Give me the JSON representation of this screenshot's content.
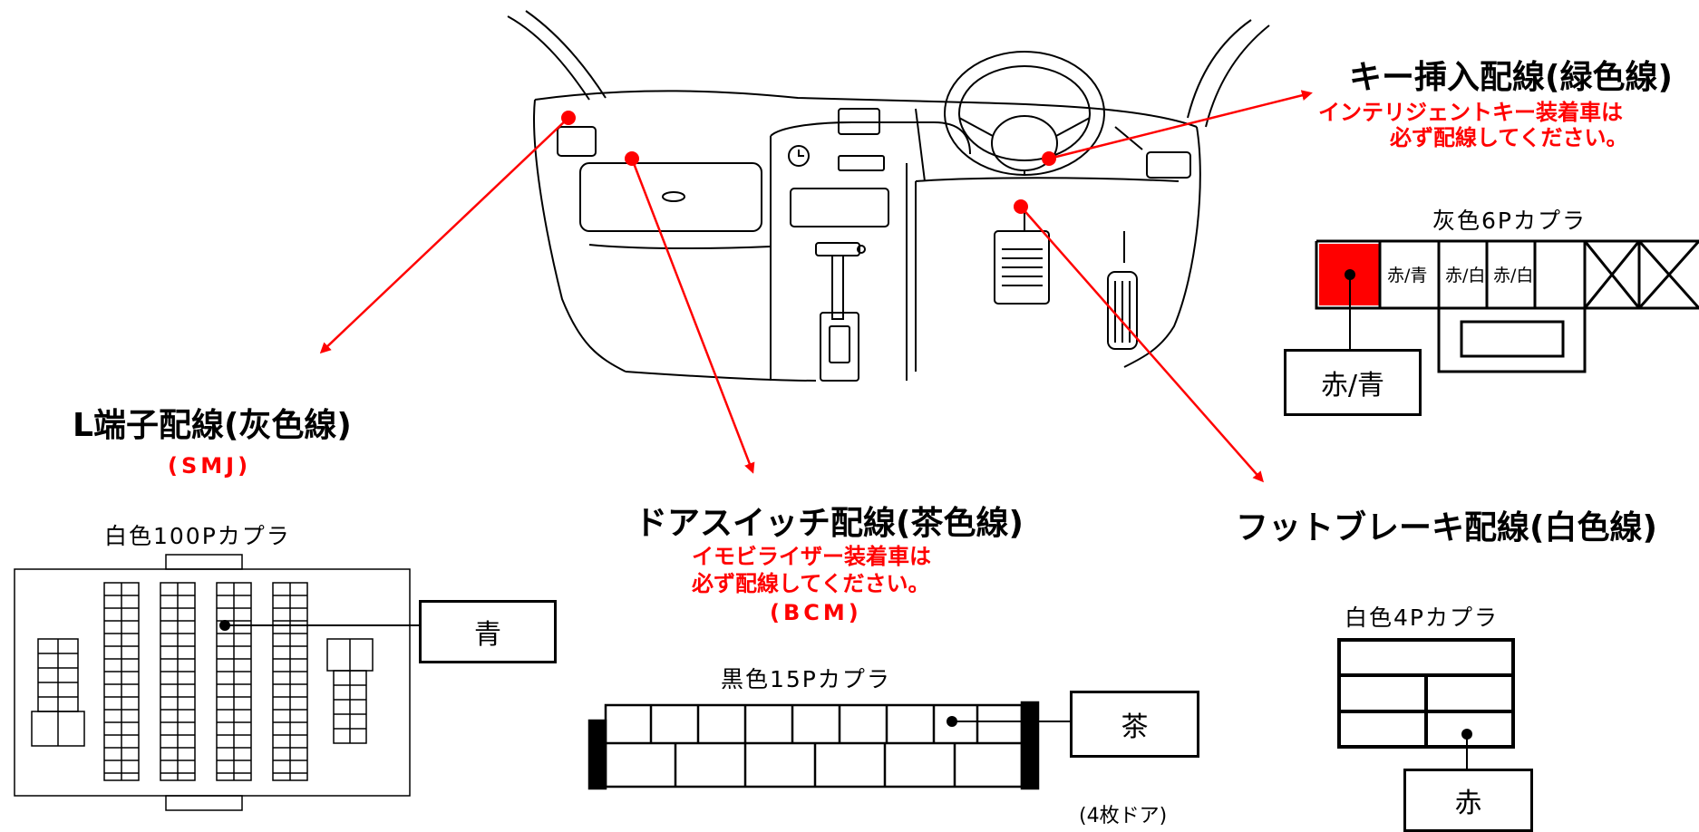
{
  "l_terminal": {
    "title": "L端子配線(灰色線)",
    "sub": "(SMJ)",
    "connector_label": "白色100Pカプラ",
    "wire_color": "青"
  },
  "door_switch": {
    "title": "ドアスイッチ配線(茶色線)",
    "note_line1": "イモビライザー装着車は",
    "note_line2": "必ず配線してください。",
    "sub": "(BCM)",
    "connector_label": "黒色15Pカプラ",
    "wire_color": "茶",
    "door_note": "(4枚ドア)"
  },
  "key_insert": {
    "title": "キー挿入配線(緑色線)",
    "note_line1": "インテリジェントキー装着車は",
    "note_line2": "必ず配線してください。",
    "connector_label": "灰色6Pカプラ",
    "pins": [
      "赤/青",
      "赤/白",
      "赤/白"
    ],
    "wire_color": "赤/青"
  },
  "foot_brake": {
    "title": "フットブレーキ配線(白色線)",
    "connector_label": "白色4Pカプラ",
    "wire_color": "赤"
  },
  "colors": {
    "accent": "#ff0000",
    "line": "#000000"
  }
}
